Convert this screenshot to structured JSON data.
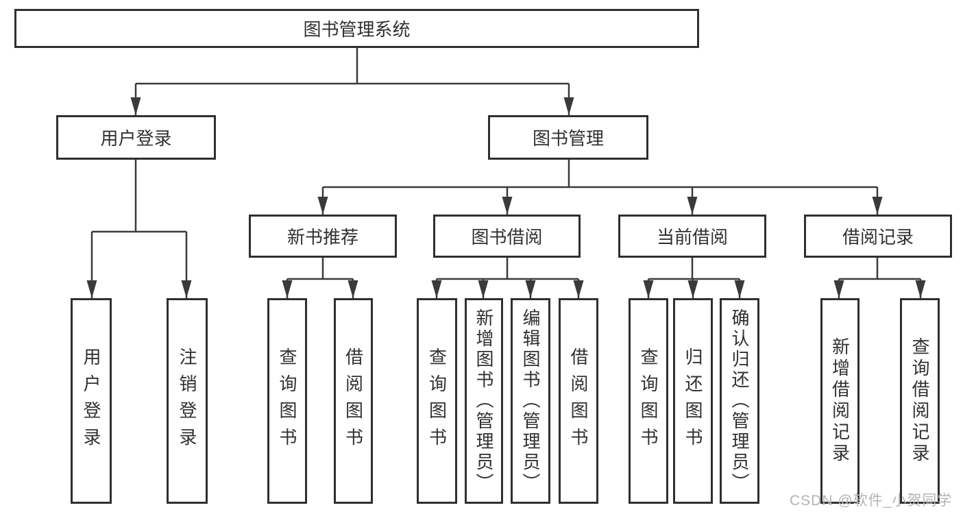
{
  "nodes": {
    "root": "图书管理系统",
    "level1": [
      "用户登录",
      "图书管理"
    ],
    "level2": [
      "新书推荐",
      "图书借阅",
      "当前借阅",
      "借阅记录"
    ],
    "leaves": {
      "login": [
        "用户登录",
        "注销登录"
      ],
      "recommend": [
        "查询图书",
        "借阅图书"
      ],
      "borrow": [
        "查询图书",
        "新增图书（管理员）",
        "编辑图书（管理员）",
        "借阅图书"
      ],
      "current": [
        "查询图书",
        "归还图书",
        "确认归还（管理员）"
      ],
      "records": [
        "新增借阅记录",
        "查询借阅记录"
      ]
    }
  },
  "watermark": "CSDN @软件_小贺同学",
  "colors": {
    "line": "#3a3a3a",
    "box_border": "#2f2f2f",
    "text": "#303030",
    "watermark": "#b4b4b4",
    "background": "#ffffff"
  }
}
